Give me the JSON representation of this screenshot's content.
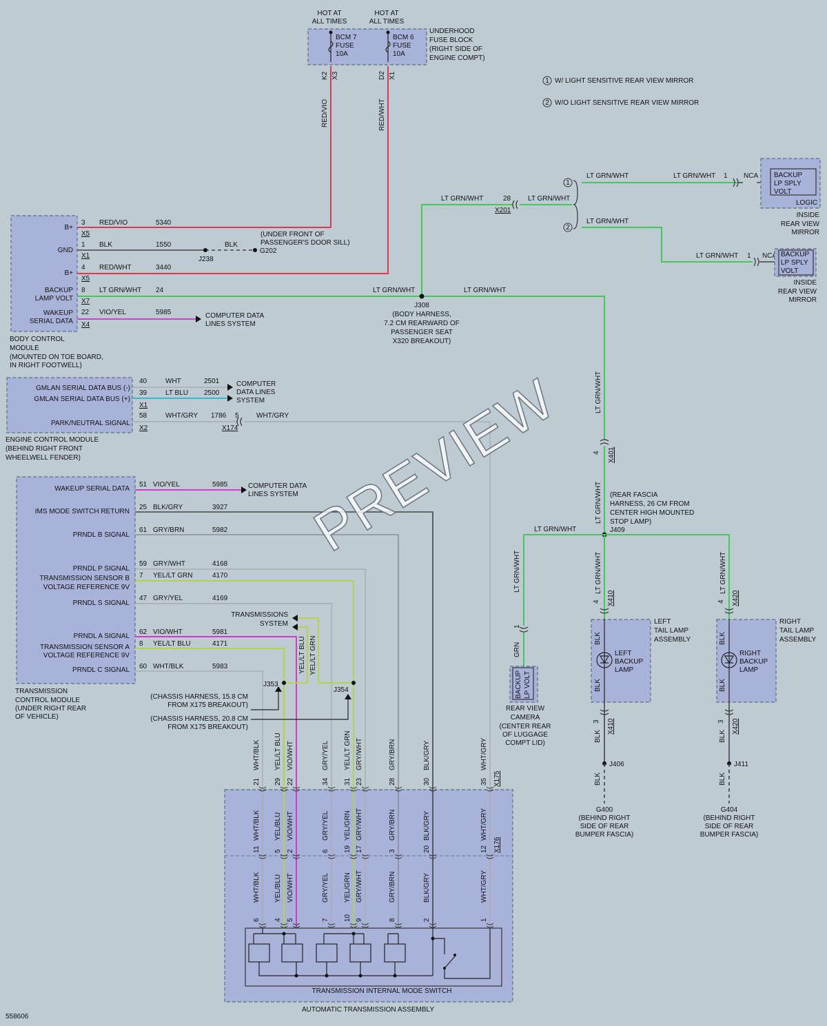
{
  "watermark": "PREVIEW",
  "figure_number": "558606",
  "colors": {
    "background": "#bfcbd3",
    "module": "#a9b3d9",
    "red_wire": "#d83a55",
    "green_wire": "#43c85c",
    "magenta_wire": "#d43ad0",
    "cyan_wire": "#32b8d6",
    "yellow_green_wire": "#b3d34a"
  },
  "notes": {
    "note1": "W/ LIGHT SENSITIVE REAR VIEW MIRROR",
    "note2": "W/O LIGHT SENSITIVE REAR VIEW MIRROR",
    "n1": "1",
    "n2": "2"
  },
  "fuse_block": {
    "hot1": [
      "HOT AT",
      "ALL TIMES"
    ],
    "hot2": [
      "HOT AT",
      "ALL TIMES"
    ],
    "fuse1": [
      "BCM 7",
      "FUSE",
      "10A"
    ],
    "fuse2": [
      "BCM 6",
      "FUSE",
      "10A"
    ],
    "name": [
      "UNDERHOOD",
      "FUSE BLOCK",
      "(RIGHT SIDE OF",
      "ENGINE COMPT)"
    ],
    "pin_k2": "K2",
    "conn_x3": "X3",
    "pin_d2": "D2",
    "conn_x1": "X1",
    "wire1": "RED/VIO",
    "wire2": "RED/WHT"
  },
  "bcm": {
    "label": [
      "BODY CONTROL",
      "MODULE",
      "(MOUNTED ON TOE BOARD,",
      "IN RIGHT FOOTWELL)"
    ],
    "pins": [
      {
        "name": "B+",
        "pin": "3",
        "conn": "X5",
        "color": "RED/VIO",
        "circuit": "5340"
      },
      {
        "name": "GND",
        "pin": "1",
        "conn": "X1",
        "color": "BLK",
        "circuit": "1550"
      },
      {
        "name": "B+",
        "pin": "4",
        "conn": "X5",
        "color": "RED/WHT",
        "circuit": "3440"
      },
      {
        "name": [
          "BACKUP",
          "LAMP VOLT"
        ],
        "pin": "8",
        "conn": "X7",
        "color": "LT GRN/WHT",
        "circuit": "24"
      },
      {
        "name": [
          "WAKEUP",
          "SERIAL DATA"
        ],
        "pin": "22",
        "conn": "X4",
        "color": "VIO/YEL",
        "circuit": "5985"
      }
    ],
    "under_front": [
      "(UNDER FRONT OF",
      "PASSENGER'S DOOR SILL)"
    ],
    "j238": "J238",
    "blk": "BLK",
    "g202": "G202",
    "cdl": [
      "COMPUTER DATA",
      "LINES SYSTEM"
    ]
  },
  "j308": {
    "label": [
      "J308",
      "(BODY HARNESS,",
      "7.2 CM REARWARD OF",
      "PASSENGER SEAT",
      "X320 BREAKOUT)"
    ],
    "wire_left": "LT GRN/WHT",
    "wire_right": "LT GRN/WHT",
    "wire_up": "LT GRN/WHT"
  },
  "x201": {
    "pin": "28",
    "conn": "X201",
    "wire": "LT GRN/WHT"
  },
  "mirrors": {
    "mirror1": {
      "wire_a": "LT GRN/WHT",
      "wire_b": "LT GRN/WHT",
      "pin": "1",
      "nca": "NCA",
      "inner": [
        "BACKUP",
        "LP SPLY",
        "VOLT"
      ],
      "logic": "LOGIC",
      "label": [
        "INSIDE",
        "REAR VIEW",
        "MIRROR"
      ]
    },
    "mirror2": {
      "wire_a": "LT GRN/WHT",
      "wire_b": "LT GRN/WHT",
      "pin": "1",
      "nca": "NCA",
      "inner": [
        "BACKUP",
        "LP SPLY",
        "VOLT"
      ],
      "label": [
        "INSIDE",
        "REAR VIEW",
        "MIRROR"
      ]
    }
  },
  "ecm": {
    "label": [
      "ENGINE CONTROL MODULE",
      "(BEHIND RIGHT FRONT",
      "WHEELWELL FENDER)"
    ],
    "pins": [
      {
        "name": "GMLAN SERIAL DATA BUS (-)",
        "pin": "40",
        "color": "WHT",
        "circuit": "2501"
      },
      {
        "name": "GMLAN SERIAL DATA BUS (+)",
        "pin": "39",
        "color": "LT BLU",
        "circuit": "2500",
        "conn": "X1"
      },
      {
        "name": "PARK/NEUTRAL SIGNAL",
        "pin": "58",
        "color": "WHT/GRY",
        "circuit": "1786",
        "conn": "X2"
      }
    ],
    "cdl": [
      "COMPUTER",
      "DATA LINES",
      "SYSTEM"
    ],
    "x174_pin": "5",
    "x174": "X174",
    "x174_wire": "WHT/GRY"
  },
  "x401": {
    "pin": "4",
    "conn": "X401",
    "wire": "LT GRN/WHT"
  },
  "j409": {
    "label": [
      "(REAR FASCIA",
      "HARNESS, 26 CM FROM",
      "CENTER HIGH MOUNTED",
      "STOP LAMP)",
      "J409"
    ],
    "wire_up": "LT GRN/WHT",
    "wire_left": "LT GRN/WHT"
  },
  "camera": {
    "wire_a": "LT GRN/WHT",
    "pin": "1",
    "wire_b": "GRN",
    "inner": [
      "BACKUP",
      "LP VOLT"
    ],
    "label": [
      "REAR VIEW",
      "CAMERA",
      "(CENTER REAR",
      "OF LUGGAGE",
      "COMPT LID)"
    ]
  },
  "left_lamp": {
    "wire": "LT GRN/WHT",
    "pin": "4",
    "conn": "X410",
    "label": [
      "LEFT",
      "TAIL LAMP",
      "ASSEMBLY"
    ],
    "blk1": "BLK",
    "blk2": "BLK",
    "inner": [
      "LEFT",
      "BACKUP",
      "LAMP"
    ],
    "gnd_pin": "3",
    "gnd_conn": "X410",
    "gnd_wire": "BLK",
    "j": "J406",
    "gnd_wire2": "BLK",
    "g": [
      "G400",
      "(BEHIND RIGHT",
      "SIDE OF REAR",
      "BUMPER FASCIA)"
    ]
  },
  "right_lamp": {
    "wire": "LT GRN/WHT",
    "pin": "4",
    "conn": "X420",
    "label": [
      "RIGHT",
      "TAIL LAMP",
      "ASSEMBLY"
    ],
    "blk1": "BLK",
    "blk2": "BLK",
    "inner": [
      "RIGHT",
      "BACKUP",
      "LAMP"
    ],
    "gnd_pin": "3",
    "gnd_conn": "X420",
    "gnd_wire": "BLK",
    "j": "J411",
    "gnd_wire2": "BLK",
    "g": [
      "G404",
      "(BEHIND RIGHT",
      "SIDE OF REAR",
      "BUMPER FASCIA)"
    ]
  },
  "tcm": {
    "label": [
      "TRANSMISSION",
      "CONTROL MODULE",
      "(UNDER RIGHT REAR",
      "OF VEHICLE)"
    ],
    "pins": [
      {
        "name": [
          "WAKEUP SERIAL DATA"
        ],
        "pin": "51",
        "color": "VIO/YEL",
        "circuit": "5985"
      },
      {
        "name": [
          "IMS MODE SWITCH RETURN"
        ],
        "pin": "25",
        "color": "BLK/GRY",
        "circuit": "3927"
      },
      {
        "name": [
          "PRNDL B SIGNAL"
        ],
        "pin": "61",
        "color": "GRY/BRN",
        "circuit": "5982"
      },
      {
        "name": [
          "PRNDL P SIGNAL"
        ],
        "pin": "59",
        "color": "GRY/WHT",
        "circuit": "4168"
      },
      {
        "name": [
          "TRANSMISSION SENSOR B",
          "VOLTAGE REFERENCE 9V"
        ],
        "pin": "7",
        "color": "YEL/LT GRN",
        "circuit": "4170"
      },
      {
        "name": [
          "PRNDL S SIGNAL"
        ],
        "pin": "47",
        "color": "GRY/YEL",
        "circuit": "4169"
      },
      {
        "name": [
          "PRNDL A SIGNAL"
        ],
        "pin": "62",
        "color": "VIO/WHT",
        "circuit": "5981"
      },
      {
        "name": [
          "TRANSMISSION SENSOR A",
          "VOLTAGE REFERENCE 9V"
        ],
        "pin": "8",
        "color": "YEL/LT BLU",
        "circuit": "4171"
      },
      {
        "name": [
          "PRNDL C SIGNAL"
        ],
        "pin": "60",
        "color": "WHT/BLK",
        "circuit": "5983"
      }
    ],
    "cdl": [
      "COMPUTER DATA",
      "LINES SYSTEM"
    ],
    "trans_sys": [
      "TRANSMISSIONS",
      "SYSTEM"
    ],
    "vwire1": "YEL/LT BLU",
    "vwire2": "YEL/LT GRN"
  },
  "splices": {
    "j353": "J353",
    "j354": "J354",
    "c1": [
      "(CHASSIS HARNESS, 15.8 CM",
      "FROM X175 BREAKOUT)"
    ],
    "c2": [
      "(CHASSIS HARNESS, 20.8 CM",
      "FROM X175 BREAKOUT)"
    ]
  },
  "x175": {
    "conn": "X175",
    "wires": [
      {
        "color": "WHT/BLK",
        "pin": "21"
      },
      {
        "color": "YEL/LT BLU",
        "pin": "29"
      },
      {
        "color": "VIO/WHT",
        "pin": "22"
      },
      {
        "color": "GRY/YEL",
        "pin": "34"
      },
      {
        "color": "YEL/LT GRN",
        "pin": "31"
      },
      {
        "color": "GRY/WHT",
        "pin": "23"
      },
      {
        "color": "GRY/BRN",
        "pin": "28"
      },
      {
        "color": "BLK/GRY",
        "pin": "30"
      },
      {
        "color": "WHT/GRY",
        "pin": "35"
      }
    ]
  },
  "x176": {
    "conn": "X176",
    "wires": [
      {
        "color": "WHT/BLK",
        "pin": "11"
      },
      {
        "color": "YEL/BLU",
        "pin": "5"
      },
      {
        "color": "VIO/WHT",
        "pin": "2"
      },
      {
        "color": "GRY/YEL",
        "pin": "6"
      },
      {
        "color": "YEL/GRN",
        "pin": "19"
      },
      {
        "color": "GRY/WHT",
        "pin": "17"
      },
      {
        "color": "GRY/BRN",
        "pin": "3"
      },
      {
        "color": "BLK/GRY",
        "pin": "20"
      },
      {
        "color": "WHT/GRY",
        "pin": "12"
      }
    ]
  },
  "ims": {
    "wires": [
      {
        "color": "WHT/BLK",
        "pin": "6"
      },
      {
        "color": "YEL/BLU",
        "pin": "4"
      },
      {
        "color": "VIO/WHT",
        "pin": "5"
      },
      {
        "color": "GRY/YEL",
        "pin": "7"
      },
      {
        "color": "YEL/GRN",
        "pin": "10"
      },
      {
        "color": "GRY/WHT",
        "pin": "9"
      },
      {
        "color": "GRY/BRN",
        "pin": "8"
      },
      {
        "color": "BLK/GRY",
        "pin": "2"
      },
      {
        "color": "WHT/GRY",
        "pin": "1"
      }
    ],
    "name": "TRANSMISSION INTERNAL MODE SWITCH",
    "assembly": "AUTOMATIC TRANSMISSION ASSEMBLY"
  }
}
